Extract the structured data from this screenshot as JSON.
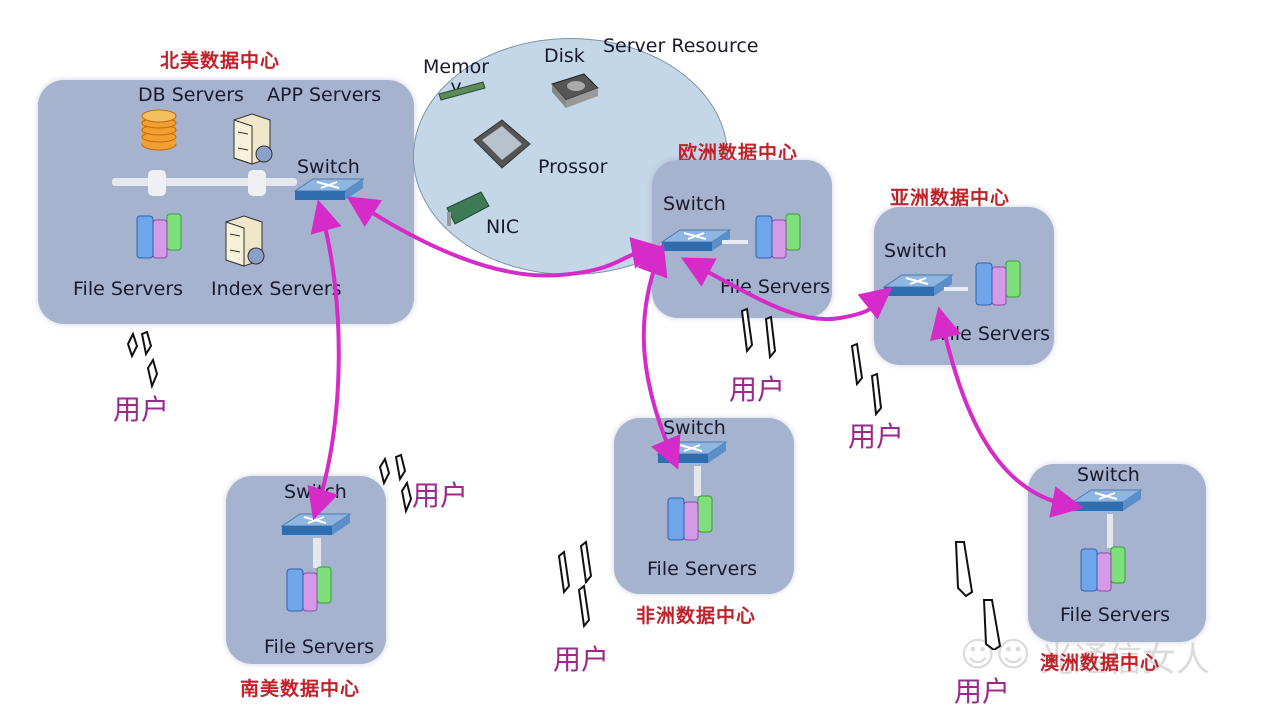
{
  "datacenters": {
    "north_america": {
      "title": "北美数据中心",
      "db_servers": "DB Servers",
      "app_servers": "APP Servers",
      "switch": "Switch",
      "file_servers": "File Servers",
      "index_servers": "Index Servers"
    },
    "europe": {
      "title": "欧洲数据中心",
      "switch": "Switch",
      "file_servers": "File Servers"
    },
    "asia": {
      "title": "亚洲数据中心",
      "switch": "Switch",
      "file_servers": "File Servers"
    },
    "south_america": {
      "title": "南美数据中心",
      "switch": "Switch",
      "file_servers": "File Servers"
    },
    "africa": {
      "title": "非洲数据中心",
      "switch": "Switch",
      "file_servers": "File Servers"
    },
    "oceania": {
      "title": "澳洲数据中心",
      "switch": "Switch",
      "file_servers": "File Servers"
    }
  },
  "server_resource": {
    "title": "Server Resource",
    "memory": "Memor\ny",
    "disk": "Disk",
    "processor": "Prossor",
    "nic": "NIC"
  },
  "users_label": "用户",
  "watermark": "光通信女人",
  "colors": {
    "arrow": "#d62bc9",
    "datacenter_bg": "#a6b3cf",
    "title_red": "#c0222a",
    "user_purple": "#9c2a8c"
  }
}
